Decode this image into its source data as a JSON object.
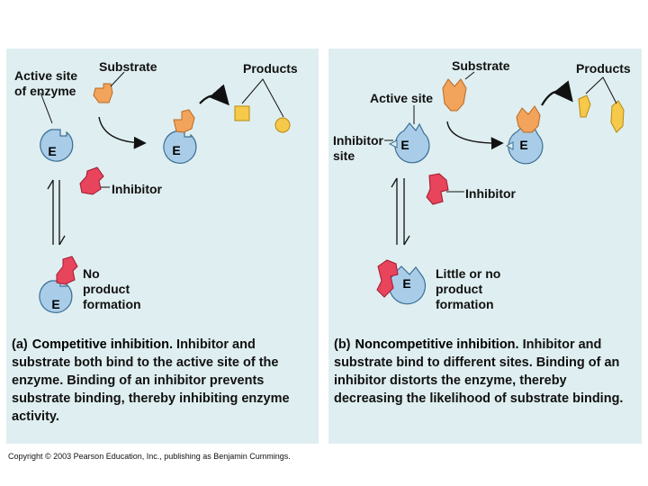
{
  "panel_a": {
    "labels": {
      "active_site_of_enzyme": "Active site\nof enzyme",
      "substrate": "Substrate",
      "products": "Products",
      "inhibitor": "Inhibitor",
      "no_product_formation": "No\nproduct\nformation"
    },
    "enzyme_letter": "E",
    "caption": {
      "tag": "(a)",
      "heading": "Competitive inhibition.",
      "text": " Inhibitor and substrate both bind to the active site of the enzyme. Binding of an inhibitor prevents substrate binding, thereby inhibiting enzyme activity."
    }
  },
  "panel_b": {
    "labels": {
      "substrate": "Substrate",
      "products": "Products",
      "active_site": "Active site",
      "inhibitor_site": "Inhibitor\nsite",
      "inhibitor": "Inhibitor",
      "little_or_no_product_formation": "Little or no\nproduct\nformation"
    },
    "enzyme_letter": "E",
    "caption": {
      "tag": "(b)",
      "heading": "Noncompetitive inhibition.",
      "text": " Inhibitor and substrate bind to different sites. Binding of an inhibitor distorts the enzyme, thereby decreasing the likelihood of substrate binding."
    }
  },
  "colors": {
    "panel_background": "#dfeef0",
    "enzyme_fill": "#a9cde8",
    "enzyme_stroke": "#3d6f96",
    "substrate_fill": "#f2a45c",
    "inhibitor_fill": "#e8445c",
    "product_fill": "#f6c94a"
  },
  "copyright": "Copyright © 2003 Pearson Education, Inc., publishing as Benjamin Cummings."
}
